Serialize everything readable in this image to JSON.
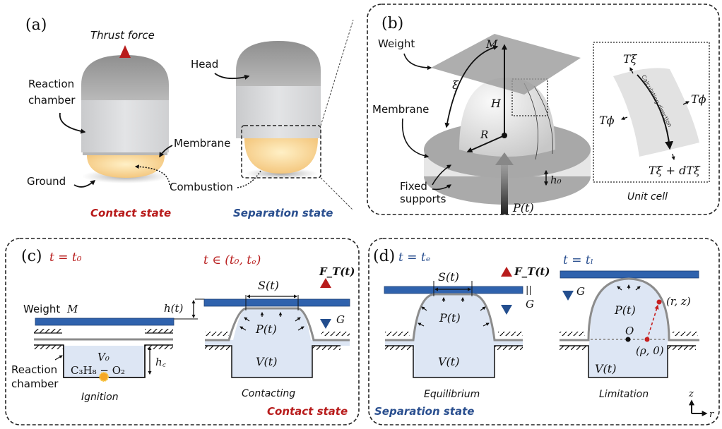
{
  "figure": {
    "colors": {
      "red": "#b81c1c",
      "blue": "#2a4f8f",
      "plate_blue": "#2f62ad",
      "fluid": "#dde6f4",
      "gray": "#8c8c8c",
      "combustion": "#f7cf86"
    },
    "panel_a": {
      "label": "(a)",
      "thrust_force": "Thrust force",
      "reaction_chamber_line1": "Reaction",
      "reaction_chamber_line2": "chamber",
      "membrane": "Membrane",
      "ground": "Ground",
      "head": "Head",
      "combustion": "Combustion",
      "contact_state": "Contact state",
      "separation_state": "Separation state"
    },
    "panel_b": {
      "label": "(b)",
      "weight": "Weight",
      "mass": "M",
      "xi": "ξ",
      "height": "H",
      "radius": "R",
      "membrane": "Membrane",
      "fixed_line1": "Fixed",
      "fixed_line2": "supports",
      "h0": "h₀",
      "pressure": "P(t)",
      "unit_cell": {
        "title": "Unit cell",
        "t_xi": "Tξ",
        "t_phi_right": "Tϕ",
        "t_phi_left": "Tϕ",
        "t_xi_d": "Tξ + dTξ",
        "direction": "Calculating direction"
      }
    },
    "panel_c": {
      "label": "(c)",
      "time_1": "t = t₀",
      "time_2": "t ∈ (t₀, tₑ)",
      "weight": "Weight",
      "mass": "M",
      "h_t": "h(t)",
      "v0": "V₀",
      "mixture": "C₃H₈ − O₂",
      "hc": "h꜀",
      "reaction_line1": "Reaction",
      "reaction_line2": "chamber",
      "ignition": "Ignition",
      "s_t": "S(t)",
      "p_t": "P(t)",
      "v_t": "V(t)",
      "ft": "F_T(t)",
      "g": "G",
      "contacting": "Contacting",
      "state": "Contact state"
    },
    "panel_d": {
      "label": "(d)",
      "time_1": "t = tₑ",
      "time_2": "t = tₗ",
      "s_t": "S(t)",
      "p_t": "P(t)",
      "v_t": "V(t)",
      "ft": "F_T(t)",
      "eq": "||",
      "g": "G",
      "equilibrium": "Equilibrium",
      "state": "Separation state",
      "p_t2": "P(t)",
      "v_t2": "V(t)",
      "origin": "O",
      "rz": "(r, z)",
      "rho0": "(ρ, 0)",
      "limitation": "Limitation",
      "axis_z": "z",
      "axis_r": "r"
    }
  }
}
